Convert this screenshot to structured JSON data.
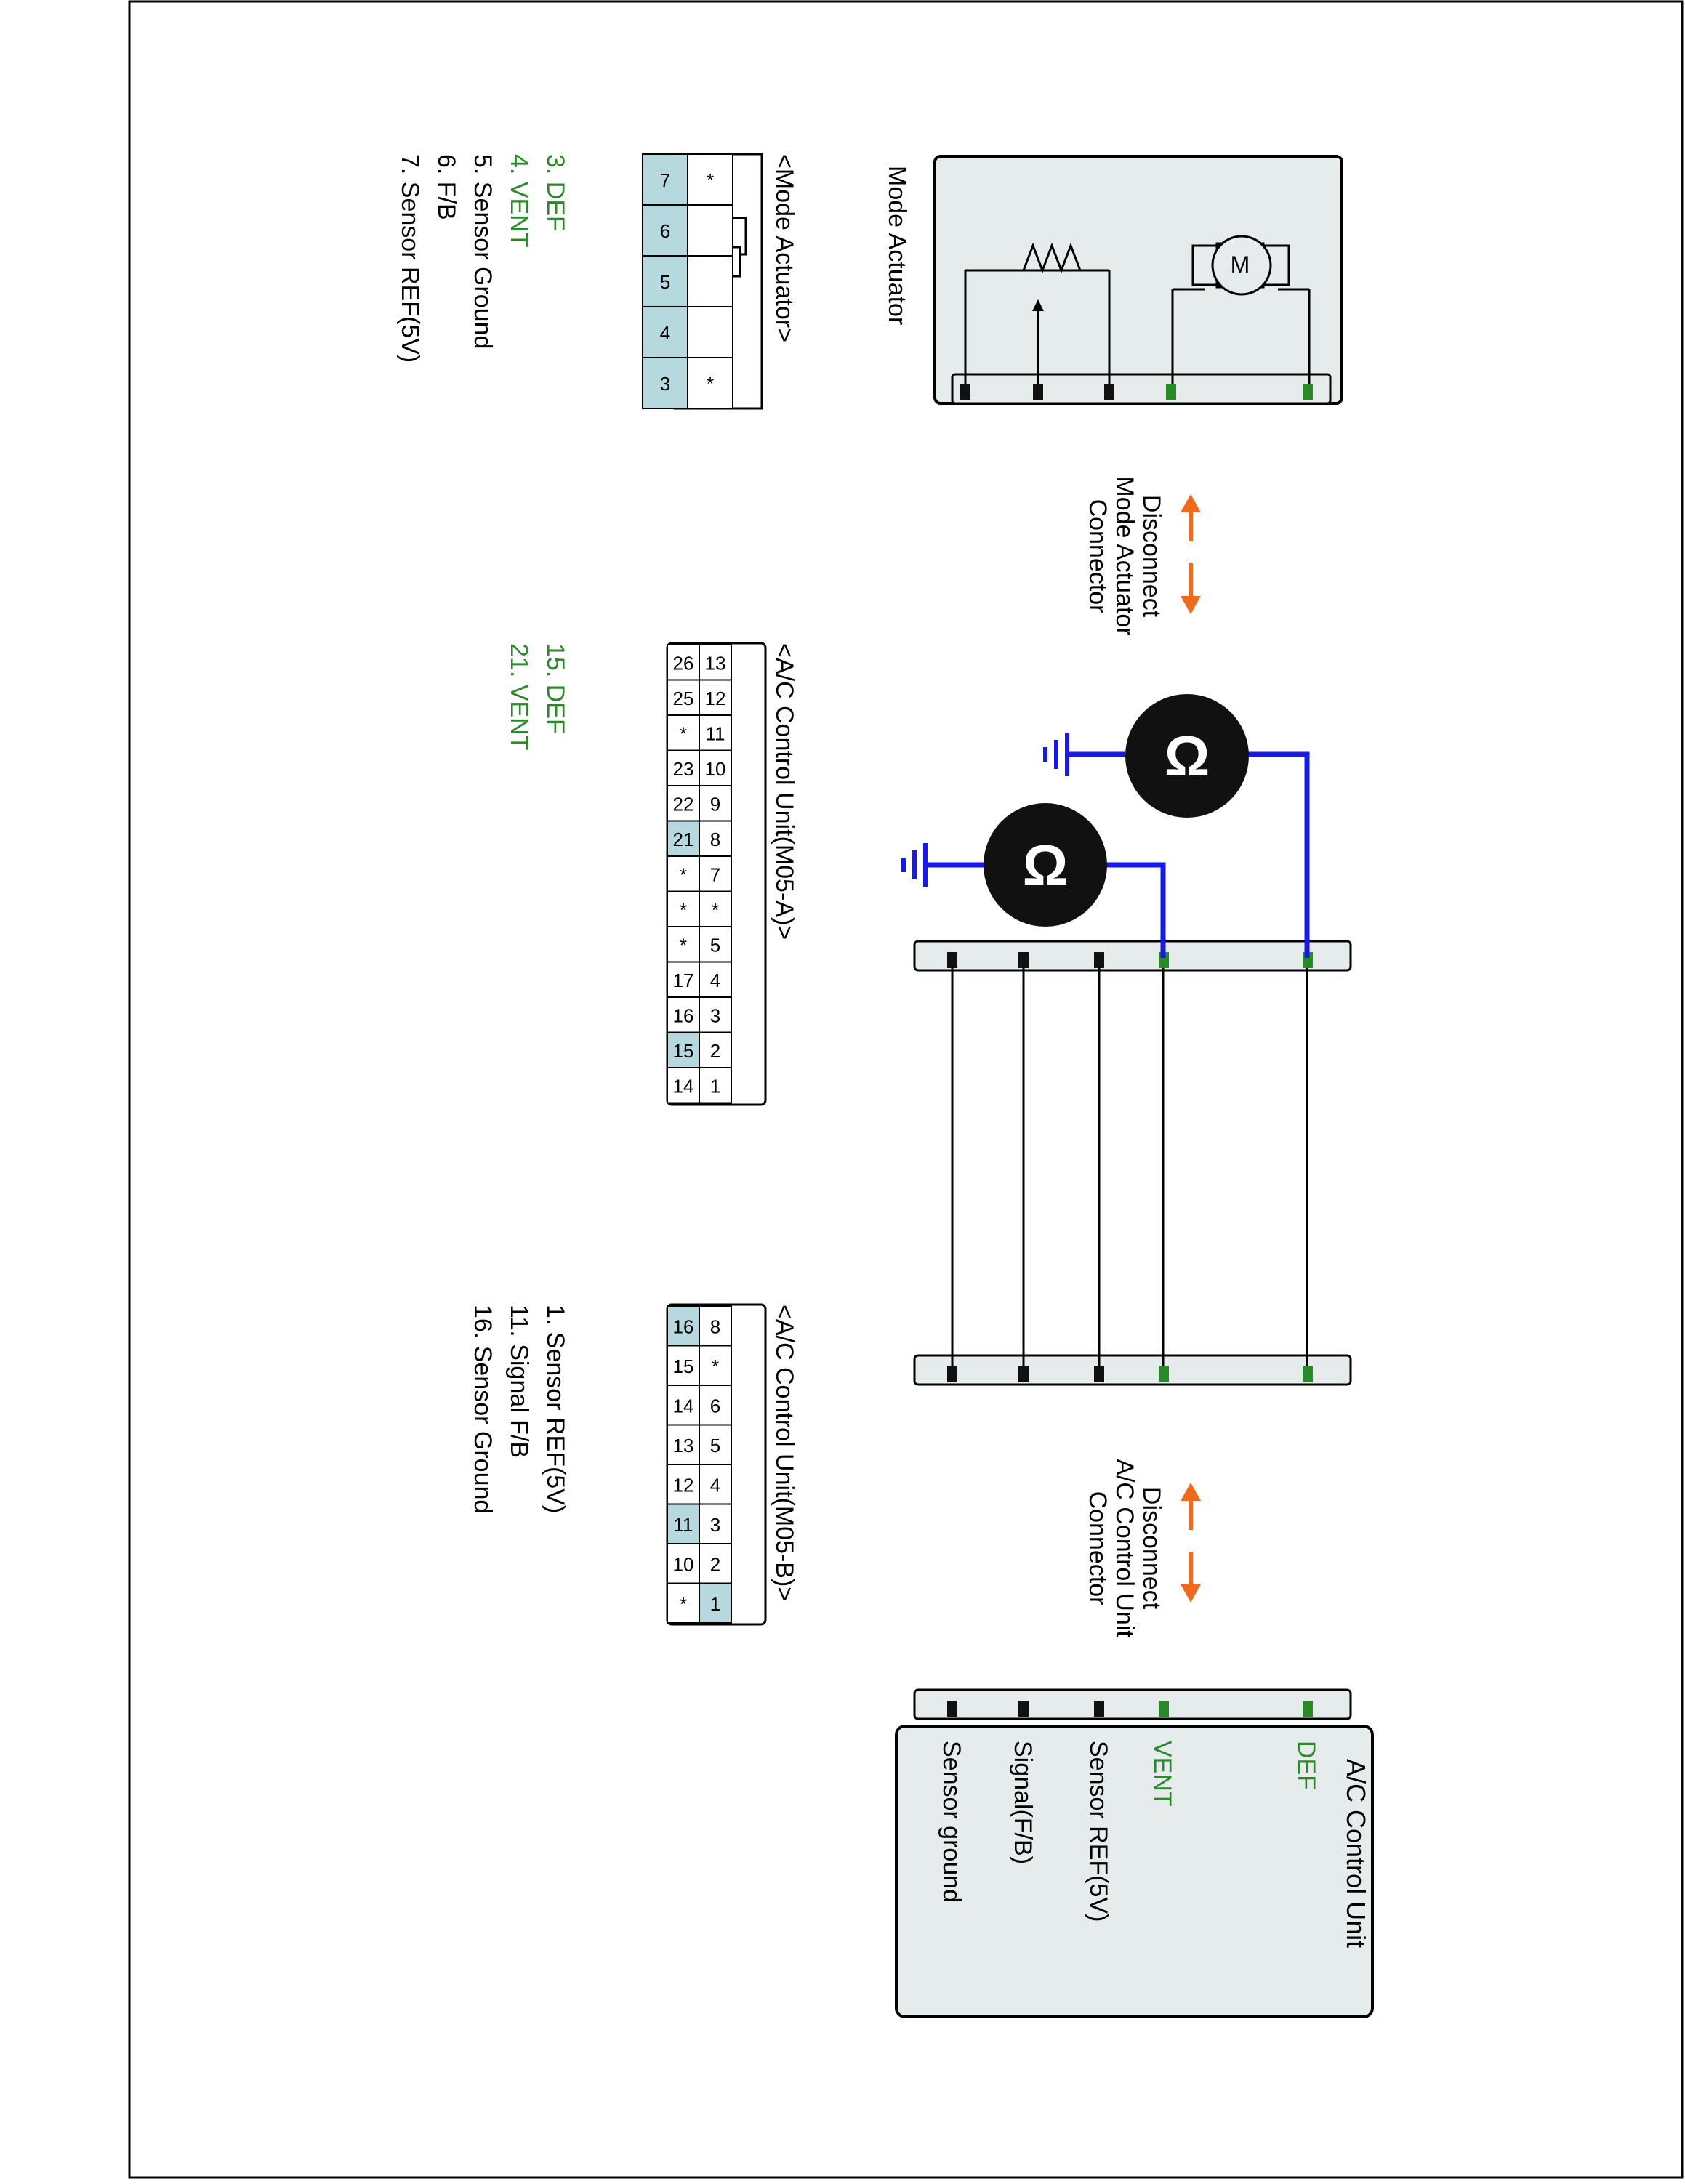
{
  "colors": {
    "line": "#000000",
    "connector_fill": "#e6ebeb",
    "box_fill": "#e6ebeb",
    "pin_highlight": "#b6d8df",
    "pin_green": "#2a8a2a",
    "pin_black": "#111111",
    "wire_blue": "#1a1ae6",
    "arrow_orange": "#f06a1e",
    "label_green": "#2a8a2a"
  },
  "mode_actuator": {
    "title": "Mode Actuator",
    "motor_label": "M",
    "connector_title": "<Mode Actuator>",
    "pin_rows": [
      [
        "*",
        "",
        "",
        "",
        "*"
      ],
      [
        "7",
        "6",
        "5",
        "4",
        "3"
      ]
    ],
    "pin_list": [
      {
        "text": "3. DEF",
        "green": true
      },
      {
        "text": "4. VENT",
        "green": true
      },
      {
        "text": "5. Sensor Ground",
        "green": false
      },
      {
        "text": "6. F/B",
        "green": false
      },
      {
        "text": "7. Sensor REF(5V)",
        "green": false
      }
    ]
  },
  "disconnect_mode": {
    "lines": [
      "Disconnect",
      "Mode Actuator",
      "Connector"
    ]
  },
  "disconnect_acu": {
    "lines": [
      "Disconnect",
      "A/C Control Unit",
      "Connector"
    ]
  },
  "connector_m05a": {
    "title": "<A/C Control Unit(M05-A)>",
    "row_top": [
      "13",
      "12",
      "11",
      "10",
      "9",
      "8",
      "7",
      "*",
      "5",
      "4",
      "3",
      "2",
      "1"
    ],
    "row_bottom": [
      "26",
      "25",
      "*",
      "23",
      "22",
      "21",
      "*",
      "*",
      "*",
      "17",
      "16",
      "15",
      "14"
    ],
    "pin_list": [
      {
        "text": "15. DEF",
        "green": true
      },
      {
        "text": "21. VENT",
        "green": true
      }
    ]
  },
  "connector_m05b": {
    "title": "<A/C Control Unit(M05-B)>",
    "row_top": [
      "8",
      "*",
      "6",
      "5",
      "4",
      "3",
      "2",
      "1"
    ],
    "row_bottom": [
      "16",
      "15",
      "14",
      "13",
      "12",
      "11",
      "10",
      "*"
    ],
    "pin_list": [
      {
        "text": "1. Sensor REF(5V)",
        "green": false
      },
      {
        "text": "11. Signal F/B",
        "green": false
      },
      {
        "text": "16. Sensor Ground",
        "green": false
      }
    ]
  },
  "ac_control_unit": {
    "title": "A/C Control Unit",
    "terminals": [
      {
        "text": "DEF",
        "green": true
      },
      {
        "text": "VENT",
        "green": true
      },
      {
        "text": "Sensor REF(5V)",
        "green": false
      },
      {
        "text": "Signal(F/B)",
        "green": false
      },
      {
        "text": "Sensor ground",
        "green": false
      }
    ]
  },
  "meter_symbol": "Ω"
}
